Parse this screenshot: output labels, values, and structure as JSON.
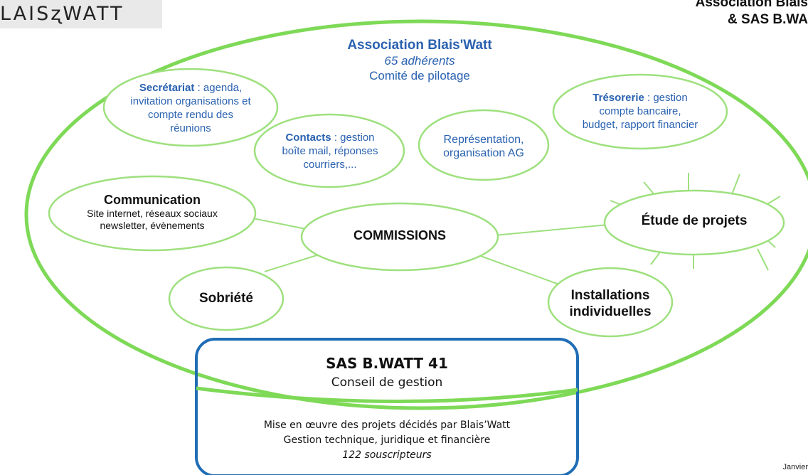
{
  "header": {
    "logo_text": "LAISʐWATT",
    "corner_title_line1": "Association Blais",
    "corner_title_line2": "& SAS B.WA"
  },
  "association": {
    "name": "Association Blais'Watt",
    "members": "65 adhérents",
    "steering": "Comité de pilotage"
  },
  "secretariat": {
    "title": "Secrétariat",
    "rest_line1": " : agenda,",
    "line2": "invitation organisations et",
    "line3": "compte rendu des",
    "line4": "réunions"
  },
  "contacts": {
    "title": "Contacts",
    "rest_line1": " :  gestion",
    "line2": "boîte mail, réponses",
    "line3": "courriers,..."
  },
  "representation": {
    "line1": "Représentation,",
    "line2": "organisation AG"
  },
  "tresorerie": {
    "title": "Trésorerie",
    "rest_line1": " : gestion",
    "line2": "compte bancaire,",
    "line3": "budget, rapport financier"
  },
  "communication": {
    "title": "Communication",
    "line2": "Site internet, réseaux sociaux",
    "line3": "newsletter, évènements"
  },
  "commissions": {
    "label": "COMMISSIONS"
  },
  "etude": {
    "label": "Étude de projets"
  },
  "sobriete": {
    "label": "Sobriété"
  },
  "installations": {
    "line1": "Installations",
    "line2": "individuelles"
  },
  "sas": {
    "name": "SAS B.WATT 41",
    "council": "Conseil de gestion",
    "line1": "Mise en œuvre des projets décidés par Blais’Watt",
    "line2": "Gestion technique, juridique et financière",
    "subscribers": "122 souscripteurs"
  },
  "footer": {
    "date": "Janvier"
  },
  "colors": {
    "green": "#7ed957",
    "blue_border": "#1f6db5",
    "text_blue": "#2a62b0"
  }
}
